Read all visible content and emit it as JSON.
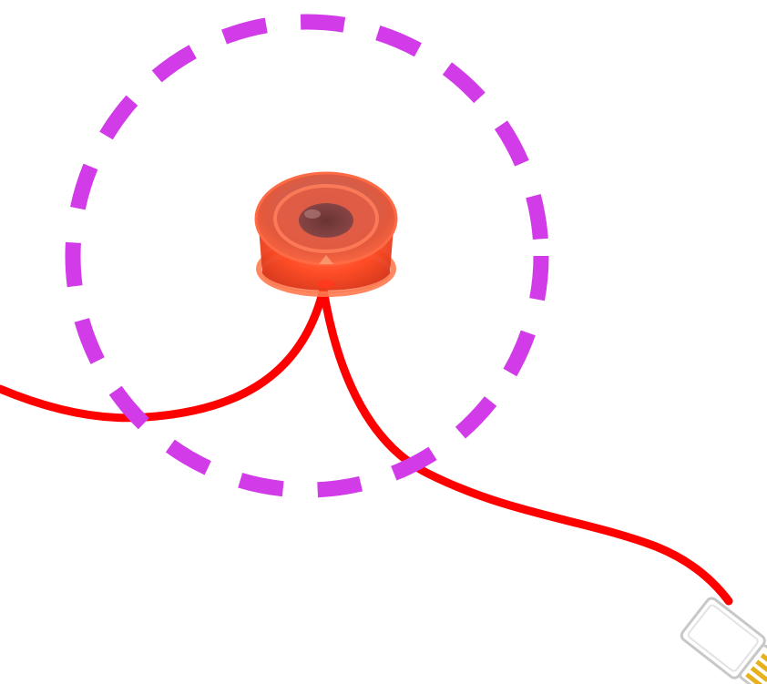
{
  "diagram": {
    "components": [
      {
        "id": "button",
        "icon": "push-button-icon",
        "color": "#ff3b1f"
      },
      {
        "id": "connector",
        "icon": "connector-plug-icon",
        "color": "#ffffff"
      }
    ],
    "wires": [
      {
        "id": "wire-left",
        "color": "#ff0000"
      },
      {
        "id": "wire-right",
        "color": "#ff0000"
      }
    ],
    "highlight": {
      "style": "dashed-circle",
      "color": "#d13ce8"
    }
  }
}
